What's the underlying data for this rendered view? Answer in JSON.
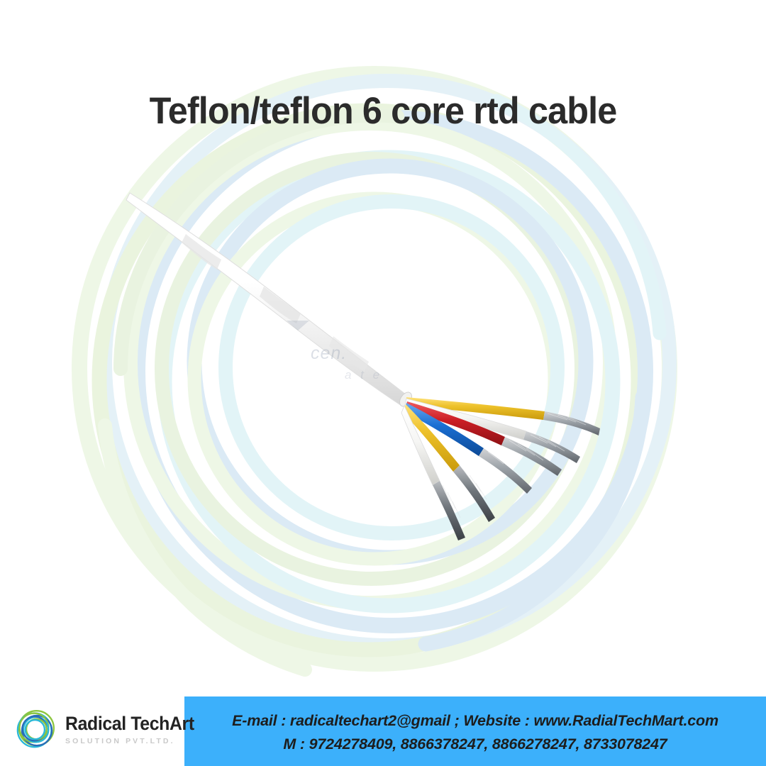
{
  "poster": {
    "title": "Teflon/teflon 6 core rtd cable",
    "background_color": "#ffffff",
    "title_color": "#2b2b2b"
  },
  "product": {
    "name": "Teflon/teflon 6 core rtd cable",
    "sheath_color": "#ffffff",
    "core_count": 6,
    "cores": [
      {
        "label": "core-yellow-1",
        "insulation_color": "#e8b820",
        "conductor_color": "#9aa0a6"
      },
      {
        "label": "core-white-1",
        "insulation_color": "#f4f4f2",
        "conductor_color": "#9aa0a6"
      },
      {
        "label": "core-red",
        "insulation_color": "#cc1f26",
        "conductor_color": "#9aa0a6"
      },
      {
        "label": "core-blue",
        "insulation_color": "#1a6fd4",
        "conductor_color": "#9aa0a6"
      },
      {
        "label": "core-yellow-2",
        "insulation_color": "#e8b820",
        "conductor_color": "#5a5a5a"
      },
      {
        "label": "core-white-2",
        "insulation_color": "#f4f4f2",
        "conductor_color": "#5a5a5a"
      }
    ]
  },
  "background": {
    "ring_color_blue": "#dbeaf5",
    "ring_color_green": "#e9f3e0",
    "ring_color_cyan": "#e2f4f7"
  },
  "logo": {
    "name": "Radical TechArt",
    "subtitle": "SOLUTION PVT.LTD.",
    "mark_color_green": "#8cc63f",
    "mark_color_cyan": "#29b8d8",
    "mark_color_blue": "#2b6cb8"
  },
  "footer": {
    "bar_color": "#3cb0fb",
    "text_color": "#1d1d1d",
    "line1": "E-mail : radicaltechart2@gmail ; Website : www.RadialTechMart.com",
    "line2": "M : 9724278409, 8866378247, 8866278247, 8733078247"
  }
}
